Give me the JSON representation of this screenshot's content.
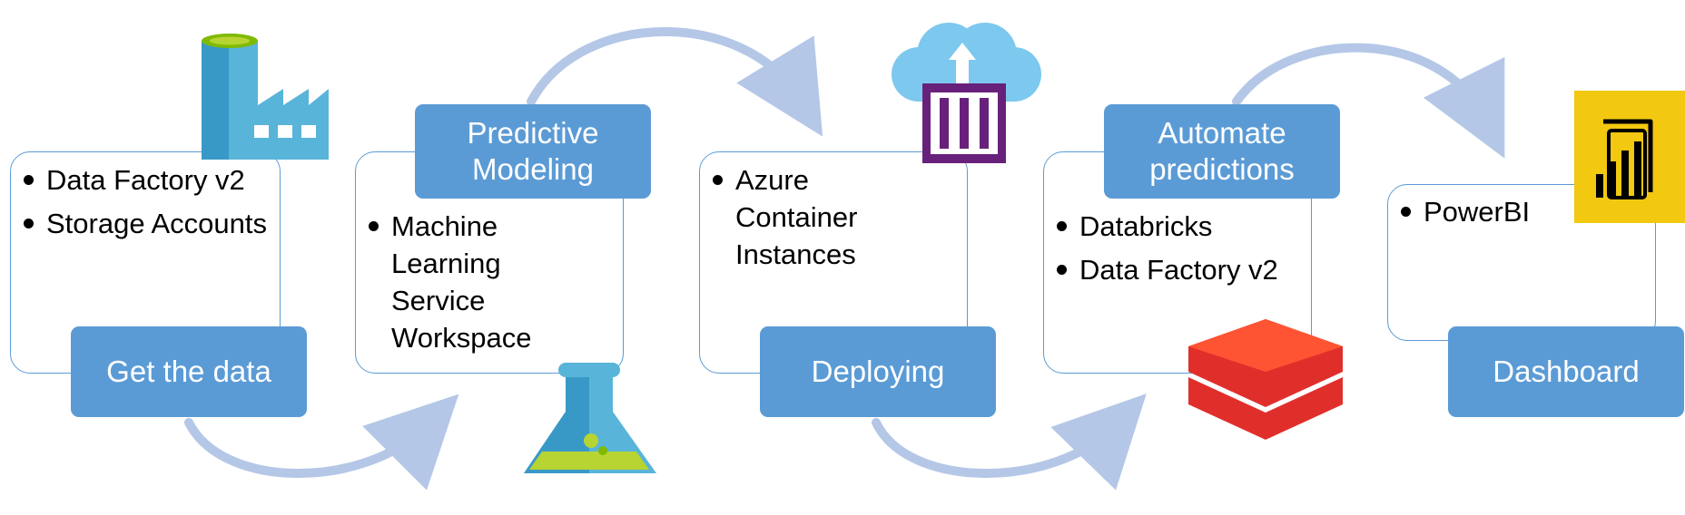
{
  "steps": [
    {
      "title": "Get the data",
      "items": [
        "Data Factory v2",
        "Storage Accounts"
      ],
      "icon": "data-factory-icon"
    },
    {
      "title": "Predictive Modeling",
      "items": [
        "Machine Learning Service Workspace"
      ],
      "icon": "flask-icon"
    },
    {
      "title": "Deploying",
      "items": [
        "Azure Container Instances"
      ],
      "icon": "container-cloud-icon"
    },
    {
      "title": "Automate predictions",
      "items": [
        "Databricks",
        "Data Factory v2"
      ],
      "icon": "databricks-icon"
    },
    {
      "title": "Dashboard",
      "items": [
        "PowerBI"
      ],
      "icon": "powerbi-icon"
    }
  ],
  "colors": {
    "card_border": "#5b9bd5",
    "label_fill": "#5b9bd5",
    "label_text": "#ffffff",
    "arrow": "#b4c7e7",
    "azure_blue": "#3999c6",
    "container_purple": "#68217a",
    "databricks_red": "#ff3621",
    "powerbi_yellow": "#f2c811"
  }
}
